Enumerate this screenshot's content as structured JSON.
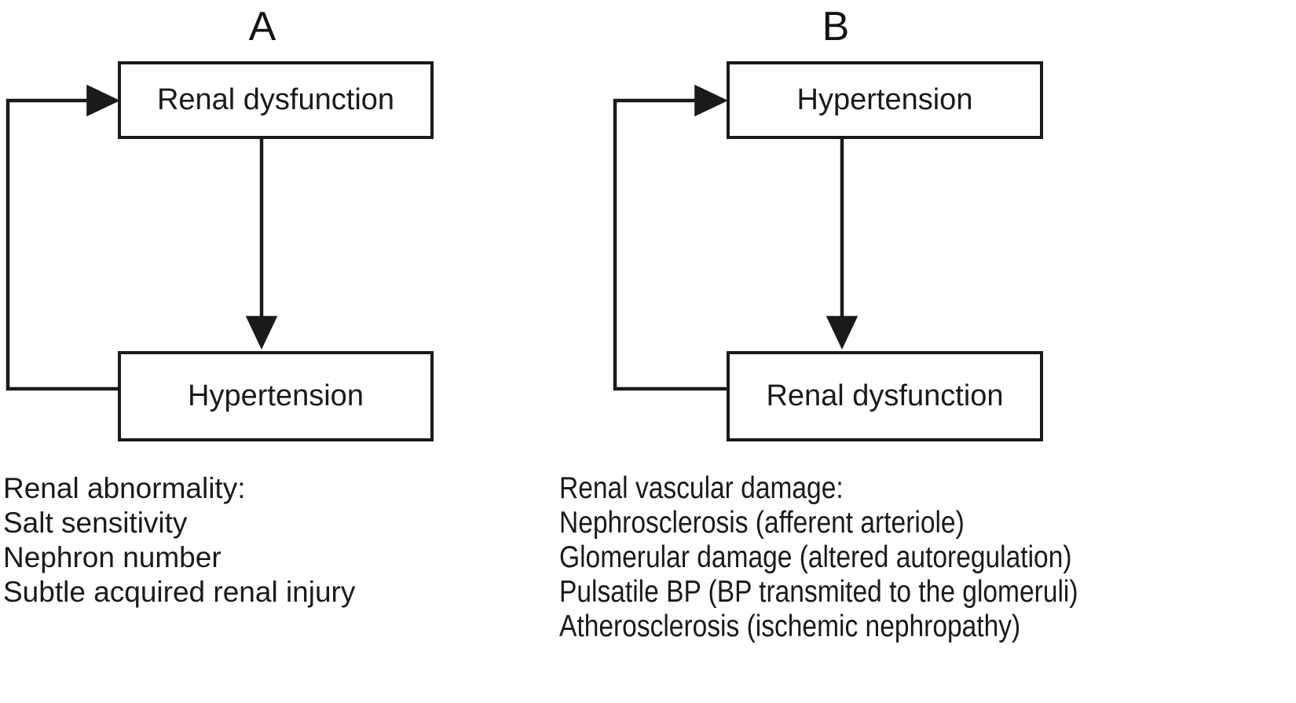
{
  "figure": {
    "background_color": "#ffffff",
    "line_color": "#1a1a1a",
    "text_color": "#1a1a1a"
  },
  "panels": [
    {
      "letter": "A",
      "top_box": "Renal dysfunction",
      "bottom_box": "Hypertension",
      "forward_arrow_label": "",
      "feedback_arrow_label": "",
      "caption": {
        "heading": "Renal abnormality:",
        "items": [
          "Salt sensitivity",
          "Nephron number",
          "Subtle acquired renal injury"
        ]
      }
    },
    {
      "letter": "B",
      "top_box": "Hypertension",
      "bottom_box": "Renal dysfunction",
      "forward_arrow_label": "",
      "feedback_arrow_label": "",
      "caption": {
        "heading": "Renal vascular damage:",
        "items": [
          "Nephrosclerosis (afferent arteriole)",
          "Glomerular damage (altered autoregulation)",
          "Pulsatile BP (BP transmited to the glomeruli)",
          "Atherosclerosis (ischemic nephropathy)"
        ]
      }
    }
  ]
}
